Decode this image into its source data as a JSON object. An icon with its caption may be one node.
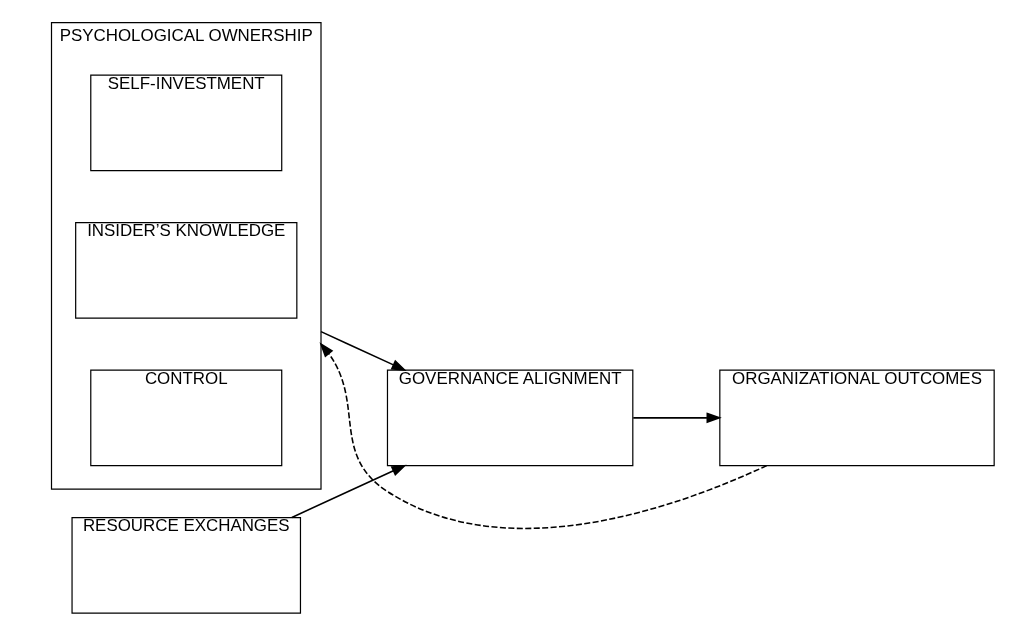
{
  "diagram": {
    "nodes": [
      {
        "text": [
          "PSYCHOLOGICAL OWNERSHIP"
        ]
      },
      {
        "text": [
          "CONTROL"
        ],
        "in": 0
      },
      {
        "text": [
          "INSIDER’S KNOWLEDGE"
        ],
        "in": 0
      },
      {
        "text": [
          "SELF-INVESTMENT"
        ],
        "in": 0
      },
      {
        "text": [
          "RESOURCE EXCHANGES"
        ]
      },
      {
        "text": [
          "GOVERNANCE ALIGNMENT"
        ]
      },
      {
        "text": [
          "ORGANIZATIONAL OUTCOMES"
        ]
      }
    ],
    "edges": [
      {
        "from": 0,
        "to": 5,
        "arrow": "to"
      },
      {
        "from": 4,
        "to": 5,
        "arrow": "to"
      },
      {
        "from": 5,
        "to": 6,
        "arrow": "to"
      },
      {
        "from": 6,
        "to": 0,
        "arrow": "to",
        "style": "dashed"
      }
    ]
  }
}
